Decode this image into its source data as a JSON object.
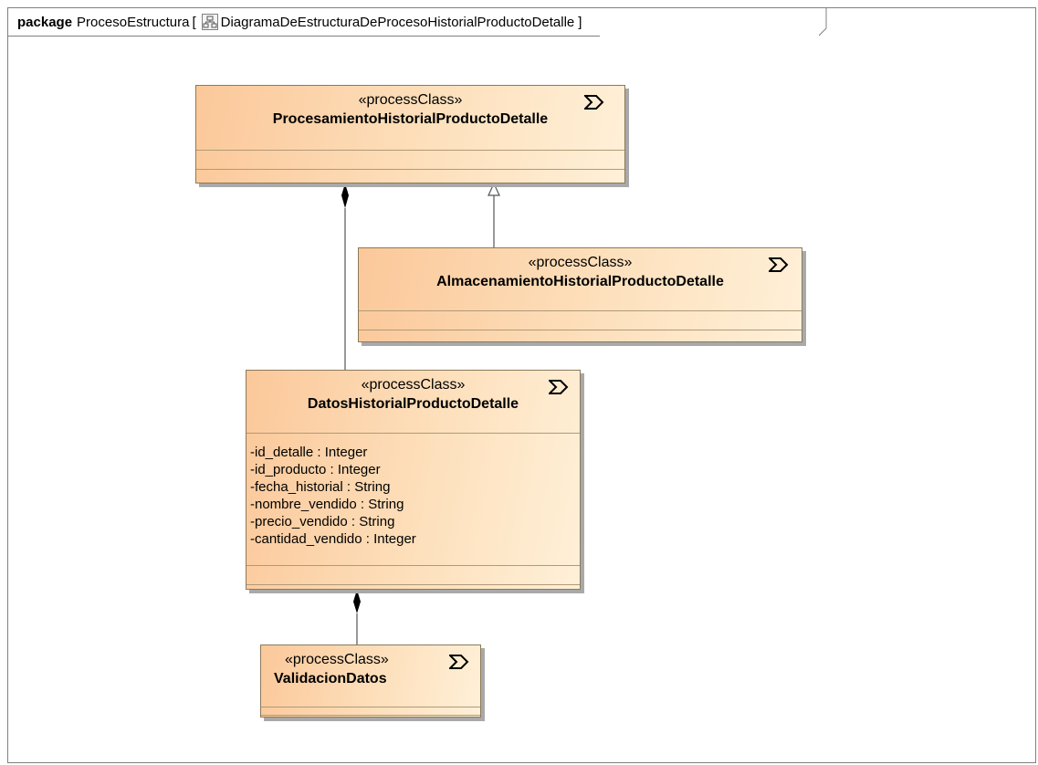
{
  "package": {
    "keyword": "package",
    "name": "ProcesoEstructura",
    "open_bracket": "[",
    "diagram_name": "DiagramaDeEstructuraDeProcesoHistorialProductoDetalle",
    "close_bracket": "]"
  },
  "classes": {
    "procesamiento": {
      "stereotype": "«processClass»",
      "name": "ProcesamientoHistorialProductoDetalle"
    },
    "almacenamiento": {
      "stereotype": "«processClass»",
      "name": "AlmacenamientoHistorialProductoDetalle"
    },
    "datos": {
      "stereotype": "«processClass»",
      "name": "DatosHistorialProductoDetalle",
      "attributes": [
        "-id_detalle : Integer",
        "-id_producto : Integer",
        "-fecha_historial : String",
        "-nombre_vendido : String",
        "-precio_vendido : String",
        "-cantidad_vendido : Integer"
      ]
    },
    "validacion": {
      "stereotype": "«processClass»",
      "name": "ValidacionDatos"
    }
  },
  "relationships": [
    {
      "type": "composition",
      "whole": "ProcesamientoHistorialProductoDetalle",
      "part": "DatosHistorialProductoDetalle"
    },
    {
      "type": "generalization",
      "general": "ProcesamientoHistorialProductoDetalle",
      "specific": "AlmacenamientoHistorialProductoDetalle"
    },
    {
      "type": "composition",
      "whole": "DatosHistorialProductoDetalle",
      "part": "ValidacionDatos"
    }
  ],
  "icons": {
    "process_class": "process-arrow-icon",
    "diagram": "class-diagram-icon"
  }
}
